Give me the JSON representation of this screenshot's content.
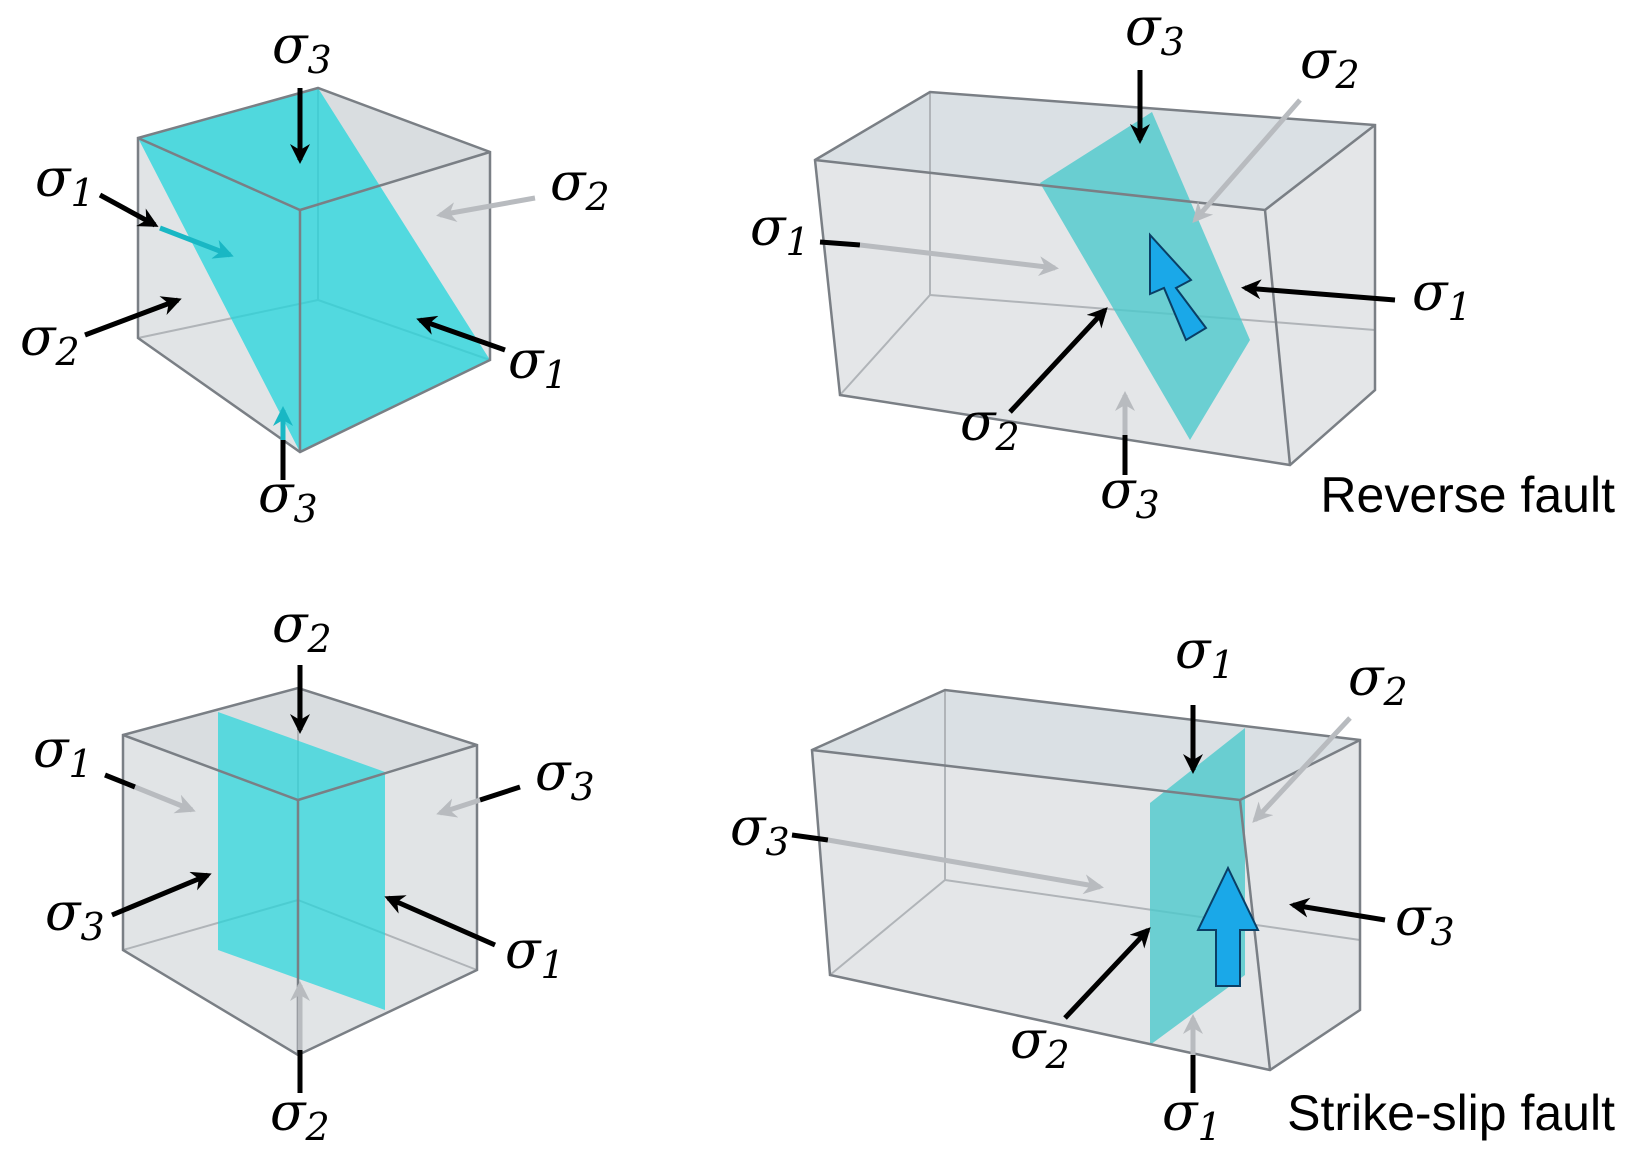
{
  "symbols": {
    "sigma": "σ",
    "one": "1",
    "two": "2",
    "three": "3"
  },
  "captions": {
    "reverse": "Reverse fault",
    "strike_slip": "Strike-slip fault"
  },
  "colors": {
    "fault_plane": "#22d6dc",
    "fault_plane_light": "#4cc9cc",
    "block_face": "#c9cdd1",
    "slip_arrow": "#1aa8e8",
    "stress_arrow": "#000000",
    "hidden_arrow": "#b8bbbf"
  }
}
